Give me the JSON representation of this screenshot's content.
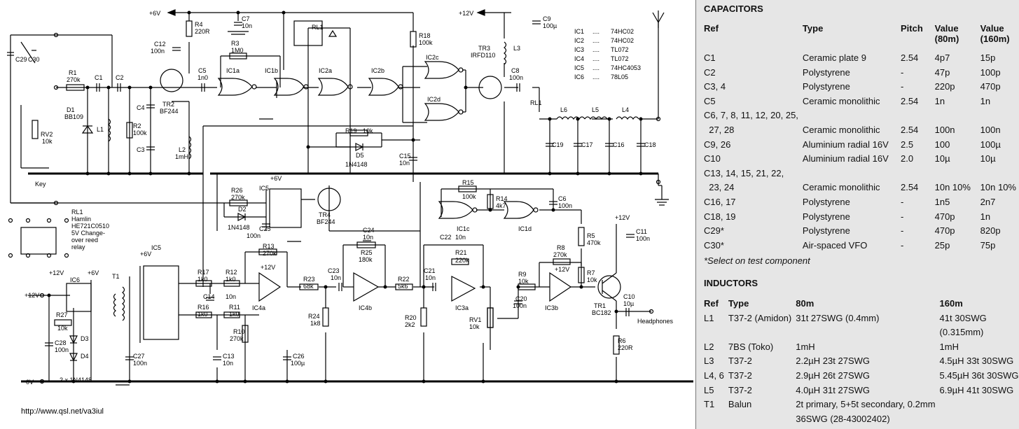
{
  "schematic": {
    "url": "http://www.qsl.net/va3iul",
    "ic_legend": [
      {
        "ref": "IC1",
        "dots": "....",
        "part": "74HC02"
      },
      {
        "ref": "IC2",
        "dots": "....",
        "part": "74HC02"
      },
      {
        "ref": "IC3",
        "dots": "....",
        "part": "TL072"
      },
      {
        "ref": "IC4",
        "dots": "....",
        "part": "TL072"
      },
      {
        "ref": "IC5",
        "dots": "....",
        "part": "74HC4053"
      },
      {
        "ref": "IC6",
        "dots": "....",
        "part": "78L05"
      }
    ],
    "rl1_note": [
      "RL1",
      "Hamlin",
      "HE721C0510",
      "5V Change-",
      "over reed",
      "relay"
    ],
    "labels": {
      "v6_top": "+6V",
      "v12_top": "+12V",
      "c29": "C29",
      "c30": "C30",
      "r1": "R1",
      "r1v": "270k",
      "c1": "C1",
      "c2": "C2",
      "d1": "D1",
      "d1v": "BB109",
      "l1": "L1",
      "c4": "C4",
      "c3": "C3",
      "r2": "R2",
      "r2v": "100k",
      "l2": "L2",
      "l2v": "1mH",
      "rv2": "RV2",
      "rv2v": "10k",
      "key": "Key",
      "tr2": "TR2",
      "tr2v": "BF244",
      "r4": "R4",
      "r4v": "220R",
      "c12": "C12",
      "c12v": "100n",
      "c7": "C7",
      "c7v": "10n",
      "r3": "R3",
      "r3v": "1M0",
      "c5": "C5",
      "c5v": "1n0",
      "ic1a": "IC1a",
      "ic1b": "IC1b",
      "ic2a": "IC2a",
      "ic2b": "IC2b",
      "rl1": "RL1",
      "ic2c": "IC2c",
      "ic2d": "IC2d",
      "r18": "R18",
      "r18v": "100k",
      "tr3": "TR3",
      "tr3v": "IRFD110",
      "l3": "L3",
      "c8": "C8",
      "c8v": "100n",
      "c9": "C9",
      "c9v": "100µ",
      "l6": "L6",
      "l5": "L5",
      "l4": "L4",
      "c19": "C19",
      "c17": "C17",
      "c16": "C16",
      "c18": "C18",
      "r19": "R19",
      "r19v": "10k",
      "d5": "D5",
      "d5v": "1N4148",
      "c15": "C15",
      "c15v": "10n",
      "r26": "R26",
      "r26v": "270k",
      "d2": "D2",
      "d2v": "1N4148",
      "ic5": "IC5",
      "c25": "C25",
      "c25v": "100n",
      "tr4": "TR4",
      "tr4v": "BF244",
      "r15": "R15",
      "r15v": "100k",
      "r14": "R14",
      "r14v": "4k7",
      "ic1c": "IC1c",
      "ic1d": "IC1d",
      "c6": "C6",
      "c6v": "100n",
      "r5": "R5",
      "r5v": "470k",
      "r7": "R7",
      "r7v": "10k",
      "c11": "C11",
      "c11v": "100n",
      "tr1": "TR1",
      "tr1v": "BC182",
      "c10": "C10",
      "c10v": "10µ",
      "r6": "R6",
      "r6v": "220R",
      "headphones": "Headphones",
      "c24": "C24",
      "c24v": "10n",
      "r25": "R25",
      "r25v": "180k",
      "c23": "C23",
      "c23v": "10n",
      "r22": "R22",
      "r22v": "5k6",
      "c22": "C22",
      "c22v": "10n",
      "r21": "R21",
      "r21v": "220k",
      "c21": "C21",
      "c21v": "10n",
      "rv1": "RV1",
      "rv1v": "10k",
      "r9": "R9",
      "r9v": "10k",
      "c20": "C20",
      "c20v": "100n",
      "r8": "R8",
      "r8v": "270k",
      "ic3a": "IC3a",
      "ic3b": "IC3b",
      "ic4a": "IC4a",
      "ic4b": "IC4b",
      "r13": "R13",
      "r13v": "270k",
      "r23": "R23",
      "r23v": "68k",
      "r24": "R24",
      "r24v": "1k8",
      "r20": "R20",
      "r20v": "2k2",
      "r17": "R17",
      "r17v": "1k0",
      "r12": "R12",
      "r12v": "1k0",
      "c14": "C14",
      "c14v": "10n",
      "r16": "R16",
      "r16v": "1k0",
      "r11": "R11",
      "r11v": "1k0",
      "r10": "R10",
      "r10v": "270k",
      "c13": "C13",
      "c13v": "10n",
      "c26": "C26",
      "c26v": "100µ",
      "c27": "C27",
      "c27v": "100n",
      "ic6": "IC6",
      "r27": "R27",
      "r27v": "10k",
      "c28": "C28",
      "c28v": "100n",
      "d3": "D3",
      "d4": "D4",
      "diodes": "2 x 1N4148",
      "t1": "T1",
      "v12_in": "+12V",
      "v12_l": "+12V",
      "v6_l": "+6V",
      "v0": "0V",
      "v12_ic4": "+12V",
      "v12_ic3": "+12V",
      "v6_ic5": "+6V",
      "v6_ic5b": "+6V",
      "v12_c11": "+12V"
    }
  },
  "capacitors": {
    "heading": "CAPACITORS",
    "columns": [
      "Ref",
      "Type",
      "Pitch",
      "Value\n(80m)",
      "Value\n(160m)"
    ],
    "rows": [
      [
        "C1",
        "Ceramic plate 9",
        "2.54",
        "4p7",
        "15p"
      ],
      [
        "C2",
        "Polystyrene",
        "-",
        "47p",
        "100p"
      ],
      [
        "C3, 4",
        "Polystyrene",
        "-",
        "220p",
        "470p"
      ],
      [
        "C5",
        "Ceramic monolithic",
        "2.54",
        "1n",
        "1n"
      ],
      [
        "C6, 7, 8, 11, 12, 20, 25,",
        "",
        "",
        "",
        ""
      ],
      [
        "  27, 28",
        "Ceramic monolithic",
        "2.54",
        "100n",
        "100n"
      ],
      [
        "C9, 26",
        "Aluminium radial 16V",
        "2.5",
        "100",
        "100µ"
      ],
      [
        "C10",
        "Aluminium radial 16V",
        "2.0",
        "10µ",
        "10µ"
      ],
      [
        "C13, 14, 15, 21, 22,",
        "",
        "",
        "",
        ""
      ],
      [
        "  23, 24",
        "Ceramic monolithic",
        "2.54",
        "10n 10%",
        "10n 10%"
      ],
      [
        "C16, 17",
        "Polystyrene",
        "-",
        "1n5",
        "2n7"
      ],
      [
        "C18, 19",
        "Polystyrene",
        "-",
        "470p",
        "1n"
      ],
      [
        "C29*",
        "Polystyrene",
        "-",
        "470p",
        "820p"
      ],
      [
        "C30*",
        "Air-spaced VFO",
        "-",
        "25p",
        "75p"
      ]
    ],
    "note": "*Select on test component"
  },
  "inductors": {
    "heading": "INDUCTORS",
    "columns": [
      "Ref",
      "Type",
      "80m",
      "160m"
    ],
    "rows": [
      [
        "L1",
        "T37-2 (Amidon)",
        "31t 27SWG (0.4mm)",
        "41t 30SWG"
      ],
      [
        "",
        "",
        "",
        "(0.315mm)"
      ],
      [
        "L2",
        "7BS (Toko)",
        "1mH",
        "1mH"
      ],
      [
        "L3",
        "T37-2",
        "2.2µH 23t 27SWG",
        "4.5µH 33t 30SWG"
      ],
      [
        "L4, 6",
        "T37-2",
        "2.9µH 26t 27SWG",
        "5.45µH 36t 30SWG"
      ],
      [
        "L5",
        "T37-2",
        "4.0µH 31t 27SWG",
        "6.9µH 41t 30SWG"
      ],
      [
        "T1",
        "Balun",
        "2t primary, 5+5t secondary, 0.2mm",
        ""
      ],
      [
        "",
        "",
        "36SWG (28-43002402)",
        ""
      ]
    ]
  }
}
